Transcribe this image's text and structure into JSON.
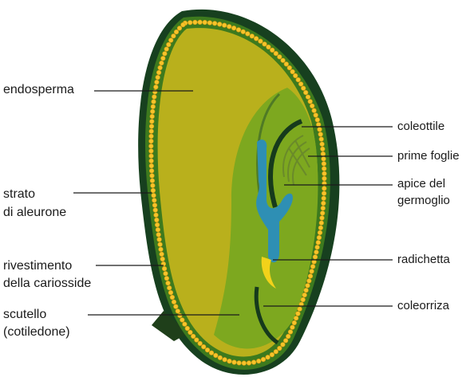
{
  "labels_left": {
    "endosperma": "endosperma",
    "strato_line1": "strato",
    "strato_line2": "di aleurone",
    "rivestimento_line1": "rivestimento",
    "rivestimento_line2": "della cariosside",
    "scutello_line1": "scutello",
    "scutello_line2": "(cotiledone)"
  },
  "labels_right": {
    "coleottile": "coleottile",
    "prime_foglie": "prime foglie",
    "apice_line1": "apice del",
    "apice_line2": "germoglio",
    "radichetta": "radichetta",
    "coleorriza": "coleorriza"
  },
  "colors": {
    "seed_coat": "#17401f",
    "aleurone_band": "#3d7a1e",
    "aleurone_beads": "#f6c42a",
    "endosperm": "#b9b01c",
    "scutellum": "#7da81f",
    "embryo_blue": "#2e8fb4",
    "radicle_yellow": "#f2d21a",
    "leader_line": "#1b1b1b"
  }
}
